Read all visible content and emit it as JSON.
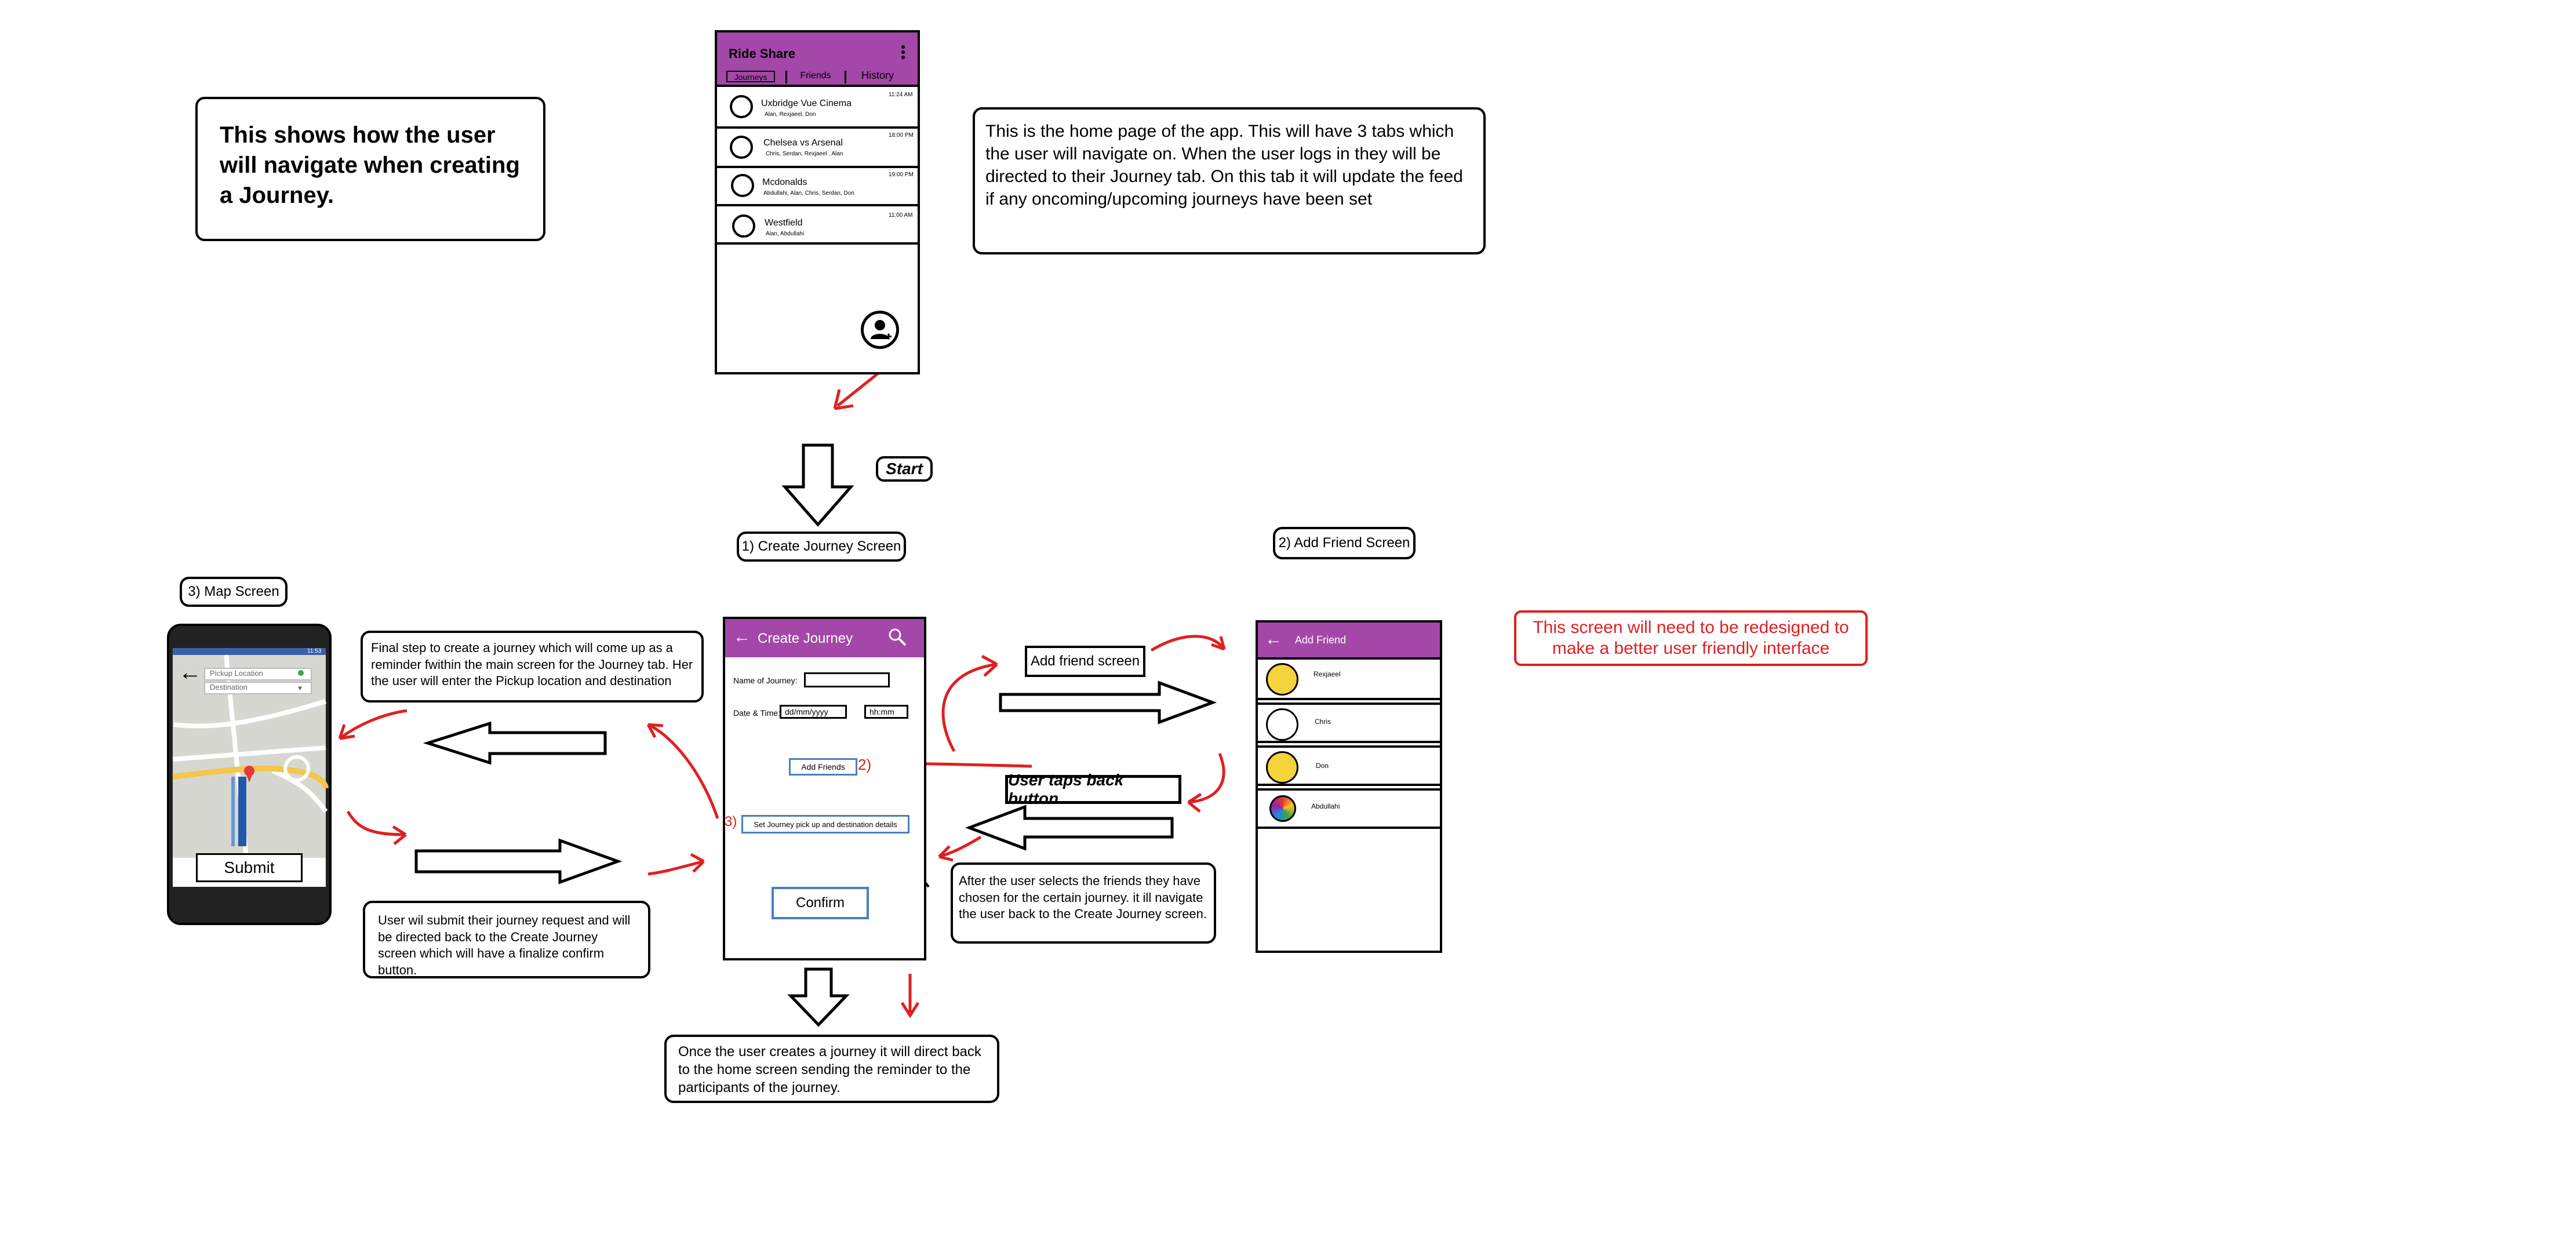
{
  "notes": {
    "title": "This shows how the user will navigate when creating a Journey.",
    "home_description": "This is the home page of the app. This will have 3 tabs which the user will navigate on. When the user logs in they will be directed to their Journey tab. On this tab it will update the feed if any oncoming/upcoming journeys have been set",
    "start": "Start",
    "label_create": "1) Create Journey Screen",
    "label_add_friend": "2) Add Friend Screen",
    "label_map": "3) Map Screen",
    "redesign_note": "This screen will need to be redesigned to make a better user friendly interface",
    "final_step": "Final step to create a journey which will come up as a reminder fwithin the main screen for the Journey tab. Her the user will enter the Pickup location and destination",
    "submit_note": "User wil submit their journey request and will be directed back to the Create Journey screen which will have a finalize confirm button.",
    "add_friend_screen": "Add friend screen",
    "back_button": "User taps back button",
    "after_select": "After the user selects the friends they have chosen for the certain journey. it ill navigate the user back to the Create Journey screen.",
    "once_created": "Once the user creates a journey it will direct back to the home screen sending the reminder to the participants of the journey.",
    "marker_2": "2)",
    "marker_3": "3)"
  },
  "home_screen": {
    "title": "Ride Share",
    "menu_icon": "vertical-dots-icon",
    "tabs": [
      "Journeys",
      "Friends",
      "History"
    ],
    "journeys": [
      {
        "name": "Uxbridge Vue Cinema",
        "people": "Alan, Rexjaeel, Don",
        "time": "11:24 AM"
      },
      {
        "name": "Chelsea vs Arsenal",
        "people": "Chris, Serdan, Rexjaeel , Alan",
        "time": "18:00 PM"
      },
      {
        "name": "Mcdonalds",
        "people": "Abdullahi, Alan, Chris, Serdan, Don",
        "time": "19:00 PM"
      },
      {
        "name": "Westfield",
        "people": "Alan, Abdullahi",
        "time": "11:00 AM"
      }
    ],
    "fab_icon": "add-user-icon"
  },
  "create_journey": {
    "title": "Create Journey",
    "back_icon": "back-arrow-icon",
    "search_icon": "search-icon",
    "name_label": "Name of Journey:",
    "date_label": "Date & Time:",
    "date_placeholder": "dd/mm/yyyy",
    "time_placeholder": "hh:mm",
    "add_friends": "Add Friends",
    "set_journey": "Set Journey pick up and destination details",
    "confirm": "Confirm"
  },
  "add_friend": {
    "title": "Add Friend",
    "back_icon": "back-arrow-icon",
    "friends": [
      "Rexjaeel",
      "Chris",
      "Don",
      "Abdullahi"
    ]
  },
  "map_screen": {
    "time": "11:53",
    "pickup_placeholder": "Pickup Location",
    "destination_placeholder": "Destination",
    "submit": "Submit"
  },
  "colors": {
    "accent": "#a347a8",
    "arrow_red": "#e02020",
    "button_blue": "#4a7fbd"
  }
}
